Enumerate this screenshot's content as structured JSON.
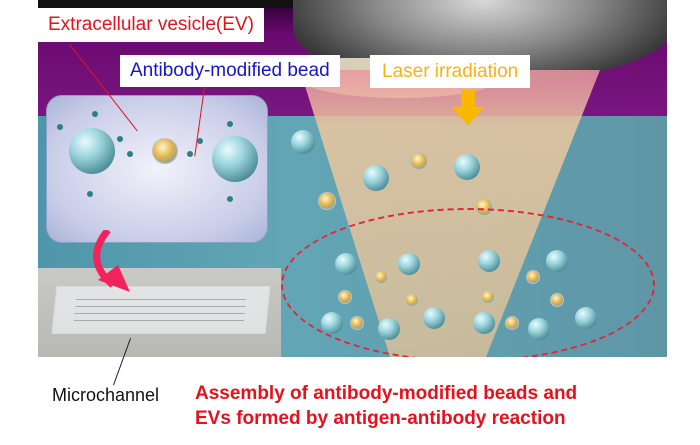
{
  "figure": {
    "labels": {
      "extracellular_vesicle": "Extracellular vesicle(EV)",
      "antibody_bead": "Antibody-modified bead",
      "laser": "Laser irradiation",
      "microchannel": "Microchannel"
    },
    "caption": {
      "line1": "Assembly of antibody-modified beads and",
      "line2": "EVs formed by antigen-antibody reaction"
    },
    "colors": {
      "ev_label": "#e3121d",
      "bead_label": "#1616c6",
      "laser_label": "#f5b315",
      "caption": "#e3121d",
      "laser_arrow": "#f9b800",
      "assembly_outline": "#e2263a",
      "background_purple": "#7b1680",
      "background_teal": "#5f97a7"
    },
    "elements": {
      "inset_panel": "bead-ev-antibody-inset",
      "objective_lens": "microscope-objective",
      "laser_beam": "laser-cone",
      "assembly_region": "dashed-ellipse",
      "chip_photo": "microfluidic-chip-photo",
      "curved_arrow": "pink-curved-arrow"
    }
  }
}
